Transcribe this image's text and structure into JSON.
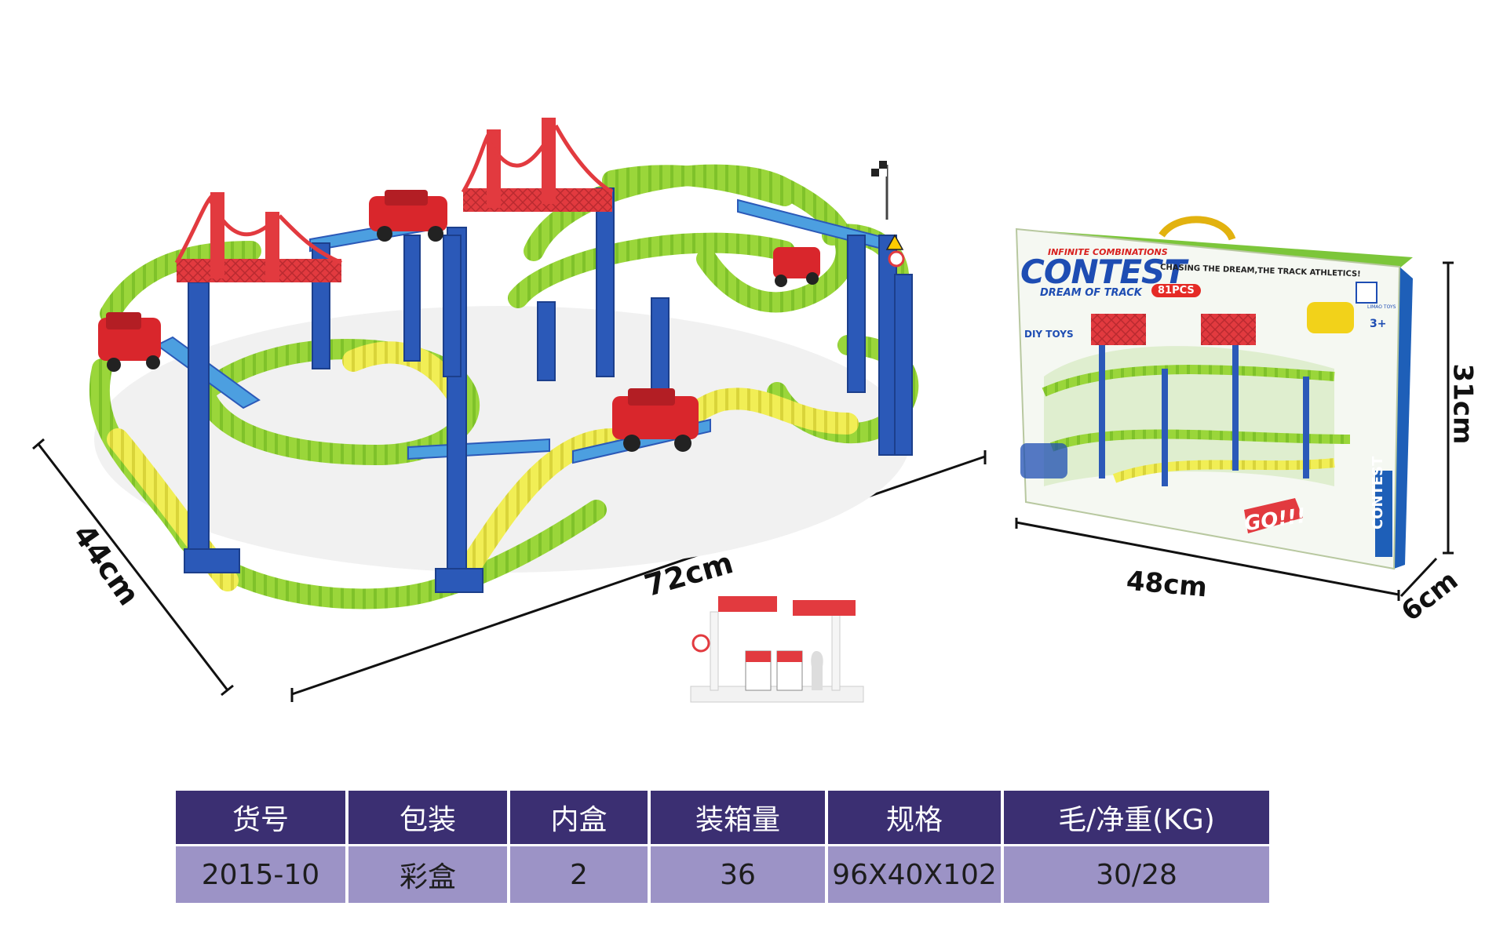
{
  "dimensions": {
    "track_length": "72cm",
    "track_width": "44cm",
    "box_length": "48cm",
    "box_height": "31cm",
    "box_depth": "6cm"
  },
  "package": {
    "series": "INFINITE COMBINATIONS",
    "title": "CONTEST",
    "subtitle": "DREAM OF TRACK",
    "slogan": "CHASING THE DREAM,THE TRACK ATHLETICS!",
    "piece_count": "81PCS",
    "diy": "DIY TOYS",
    "age": "3+",
    "brand": "LIMAO TOYS",
    "go": "GO!!!"
  },
  "colors": {
    "track_green": "#9ad63a",
    "track_yellow": "#f1ee55",
    "pillar_blue": "#2b59b8",
    "bridge_red": "#e23a3f",
    "header_bg": "#3b2f72",
    "row_bg": "#9c93c6"
  },
  "table": {
    "headers": [
      "货号",
      "包装",
      "内盒",
      "装箱量",
      "规格",
      "毛/净重(KG)"
    ],
    "row": [
      "2015-10",
      "彩盒",
      "2",
      "36",
      "96X40X102",
      "30/28"
    ]
  }
}
